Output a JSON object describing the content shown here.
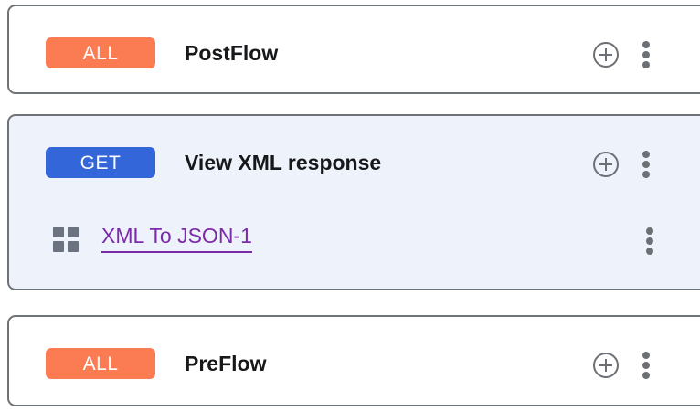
{
  "colors": {
    "badge_all": "#fb7b52",
    "badge_get": "#3366d9",
    "card_border": "#6e7378",
    "selected_card_background": "#eef2fb",
    "policy_link": "#7b2aa8",
    "icon_gray": "#6c7075",
    "title_text": "#17181a"
  },
  "flows": [
    {
      "id": "postflow",
      "badge": "ALL",
      "badge_type": "all",
      "title": "PostFlow",
      "selected": false,
      "add_icon": "plus-circle-icon",
      "menu_icon": "kebab-menu-icon",
      "policies": []
    },
    {
      "id": "view-xml-response",
      "badge": "GET",
      "badge_type": "get",
      "title": "View XML response",
      "selected": true,
      "add_icon": "plus-circle-icon",
      "menu_icon": "kebab-menu-icon",
      "policies": [
        {
          "icon": "grid-squares-icon",
          "label": "XML To JSON-1",
          "menu_icon": "kebab-menu-icon"
        }
      ]
    },
    {
      "id": "preflow",
      "badge": "ALL",
      "badge_type": "all",
      "title": "PreFlow",
      "selected": false,
      "add_icon": "plus-circle-icon",
      "menu_icon": "kebab-menu-icon",
      "policies": []
    }
  ]
}
